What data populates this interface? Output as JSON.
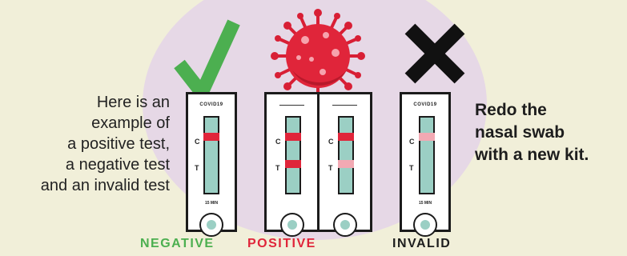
{
  "intro_lines": [
    "Here is an",
    "example of",
    "a positive test,",
    "a negative test",
    "and an invalid test"
  ],
  "redo_lines": [
    "Redo the",
    "nasal swab",
    "with a new kit."
  ],
  "labels": {
    "negative": "NEGATIVE",
    "positive": "POSITIVE",
    "invalid": "INVALID"
  },
  "kit": {
    "brand": "COVID19",
    "control": "C",
    "test": "T",
    "timer": "15 MIN"
  },
  "icons": {
    "negative": "checkmark-icon",
    "positive": "virus-icon",
    "invalid": "cross-icon"
  },
  "colors": {
    "negative": "#4caf50",
    "positive": "#e0253a",
    "invalid": "#1d1d1d",
    "strip": "#9bcfc4",
    "faint_line": "#f2a9b3",
    "background": "#f1efd9",
    "blob": "#e6d8e6"
  }
}
